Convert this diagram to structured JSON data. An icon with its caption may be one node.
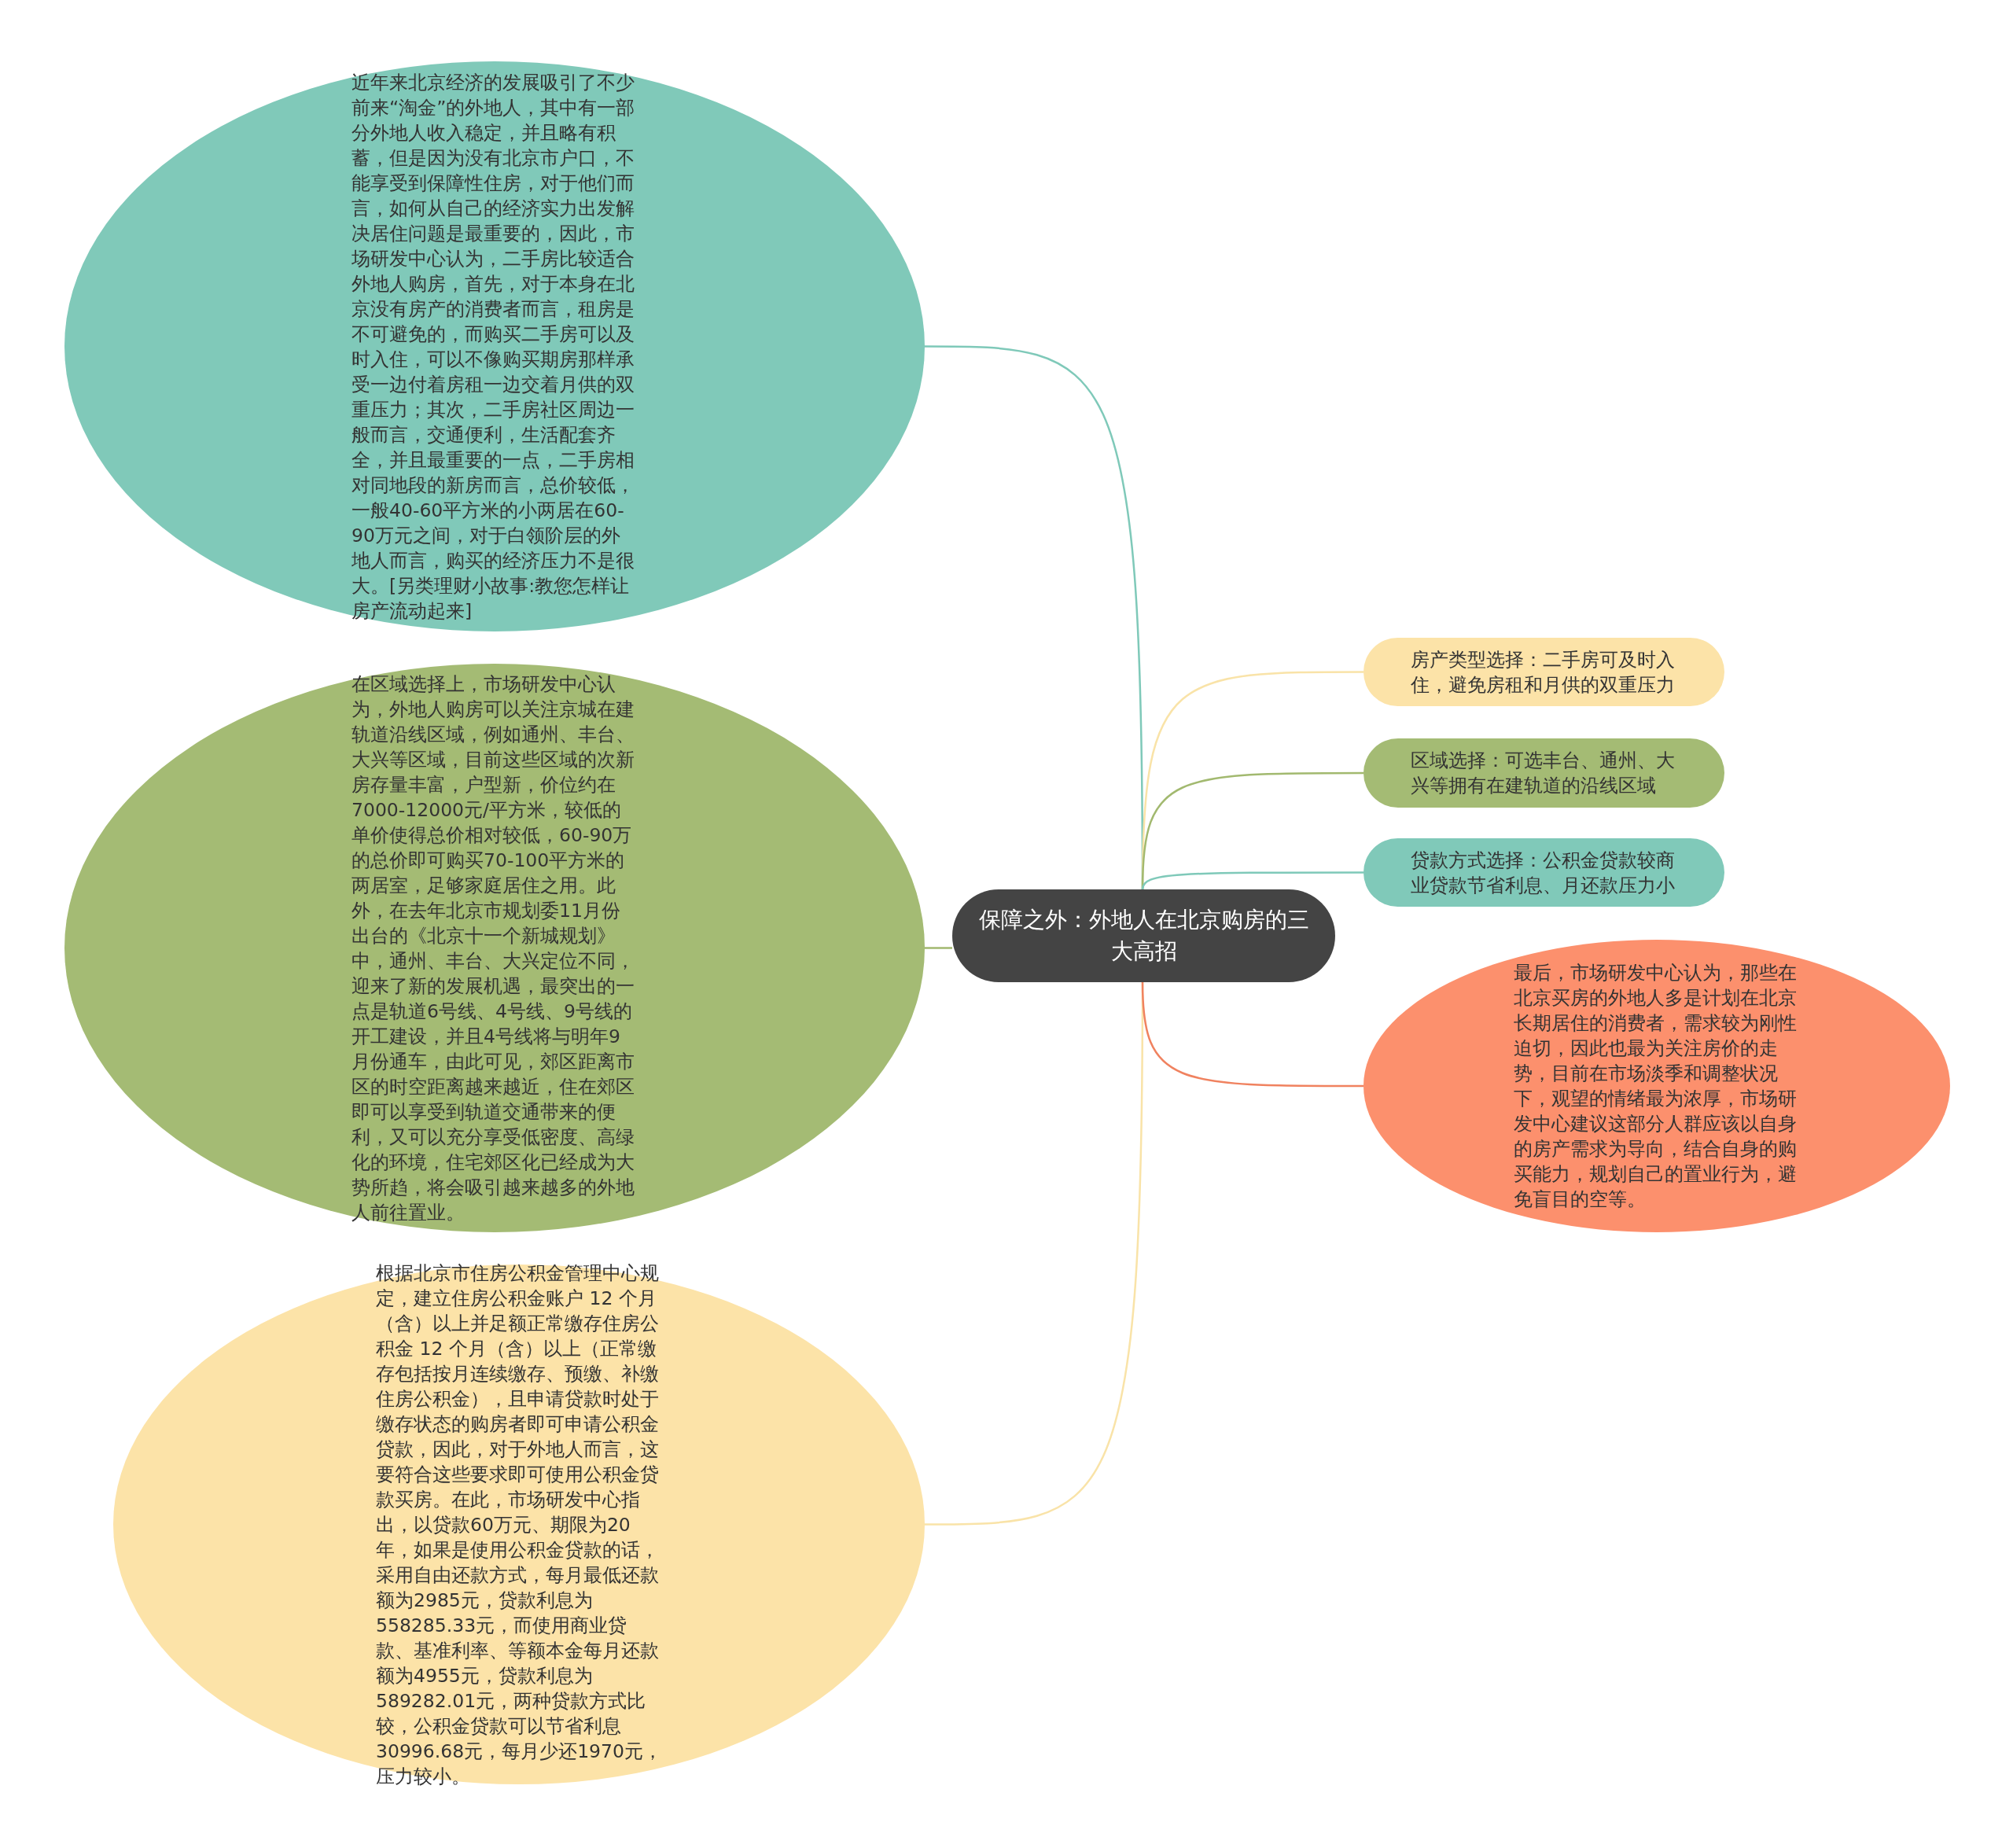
{
  "diagram": {
    "nodes": [
      {
        "text": [
          "保障之外：外地人在北京购房的三大高招"
        ]
      },
      {
        "text": [
          "近年来北京经济的发展吸引了不少前来“淘金”的外地人，其中有一部分外地人收入稳定，并且略有积蓄，但是因为没有北京市户口，不能享受到保障性住房，对于他们而言，如何从自己的经济实力出发解决居住问题是最重要的，因此，市场研发中心认为，二手房比较适合外地人购房，首先，对于本身在北京没有房产的消费者而言，租房是不可避免的，而购买二手房可以及时入住，可以不像购买期房那样承受一边付着房租一边交着月供的双重压力；其次，二手房社区周边一般而言，交通便利，生活配套齐全，并且最重要的一点，二手房相对同地段的新房而言，总价较低，一般40-60平方米的小两居在60-90万元之间，对于白领阶层的外地人而言，购买的经济压力不是很大。[另类理财小故事:教您怎样让房产流动起来]"
        ]
      },
      {
        "text": [
          "在区域选择上，市场研发中心认为，外地人购房可以关注京城在建轨道沿线区域，例如通州、丰台、大兴等区域，目前这些区域的次新房存量丰富，户型新，价位约在7000-12000元/平方米，较低的单价使得总价相对较低，60-90万的总价即可购买70-100平方米的两居室，足够家庭居住之用。此外，在去年北京市规划委11月份出台的《北京十一个新城规划》中，通州、丰台、大兴定位不同，迎来了新的发展机遇，最突出的一点是轨道6号线、4号线、9号线的开工建设，并且4号线将与明年9月份通车，由此可见，郊区距离市区的时空距离越来越近，住在郊区即可以享受到轨道交通带来的便利，又可以充分享受低密度、高绿化的环境，住宅郊区化已经成为大势所趋，将会吸引越来越多的外地人前往置业。"
        ]
      },
      {
        "text": [
          "根据北京市住房公积金管理中心规定，建立住房公积金账户 12 个月（含）以上并足额正常缴存住房公积金 12 个月（含）以上（正常缴存包括按月连续缴存、预缴、补缴住房公积金），且申请贷款时处于缴存状态的购房者即可申请公积金贷款，因此，对于外地人而言，这要符合这些要求即可使用公积金贷款买房。在此，市场研发中心指出，以贷款60万元、期限为20年，如果是使用公积金贷款的话，采用自由还款方式，每月最低还款额为2985元，贷款利息为558285.33元，而使用商业贷款、基准利率、等额本金每月还款额为4955元，贷款利息为589282.01元，两种贷款方式比较，公积金贷款可以节省利息30996.68元，每月少还1970元，压力较小。"
        ]
      },
      {
        "text": [
          "房产类型选择：二手房可及时入住，避免房租和月供的双重压力"
        ]
      },
      {
        "text": [
          "区域选择：可选丰台、通州、大兴等拥有在建轨道的沿线区域"
        ]
      },
      {
        "text": [
          "贷款方式选择：公积金贷款较商业贷款节省利息、月还款压力小"
        ]
      },
      {
        "text": [
          "最后，市场研发中心认为，那些在北京买房的外地人多是计划在北京长期居住的消费者，需求较为刚性迫切，因此也最为关注房价的走势，目前在市场淡季和调整状况下，观望的情绪最为浓厚，市场研发中心建议这部分人群应该以自身的房产需求为导向，结合自身的购买能力，规划自己的置业行为，避免盲目的空等。"
        ]
      }
    ],
    "edges": [
      {
        "from": 0,
        "to": 1,
        "arrow": "none",
        "color": "#7fc9b9"
      },
      {
        "from": 0,
        "to": 2,
        "arrow": "none",
        "color": "#a2b96f"
      },
      {
        "from": 0,
        "to": 3,
        "arrow": "none",
        "color": "#f9e3a8"
      },
      {
        "from": 0,
        "to": 4,
        "arrow": "none",
        "color": "#f9e3a8"
      },
      {
        "from": 0,
        "to": 5,
        "arrow": "none",
        "color": "#a2b96f"
      },
      {
        "from": 0,
        "to": 6,
        "arrow": "none",
        "color": "#7fc9b9"
      },
      {
        "from": 0,
        "to": 7,
        "arrow": "none",
        "color": "#f0825f"
      }
    ]
  }
}
